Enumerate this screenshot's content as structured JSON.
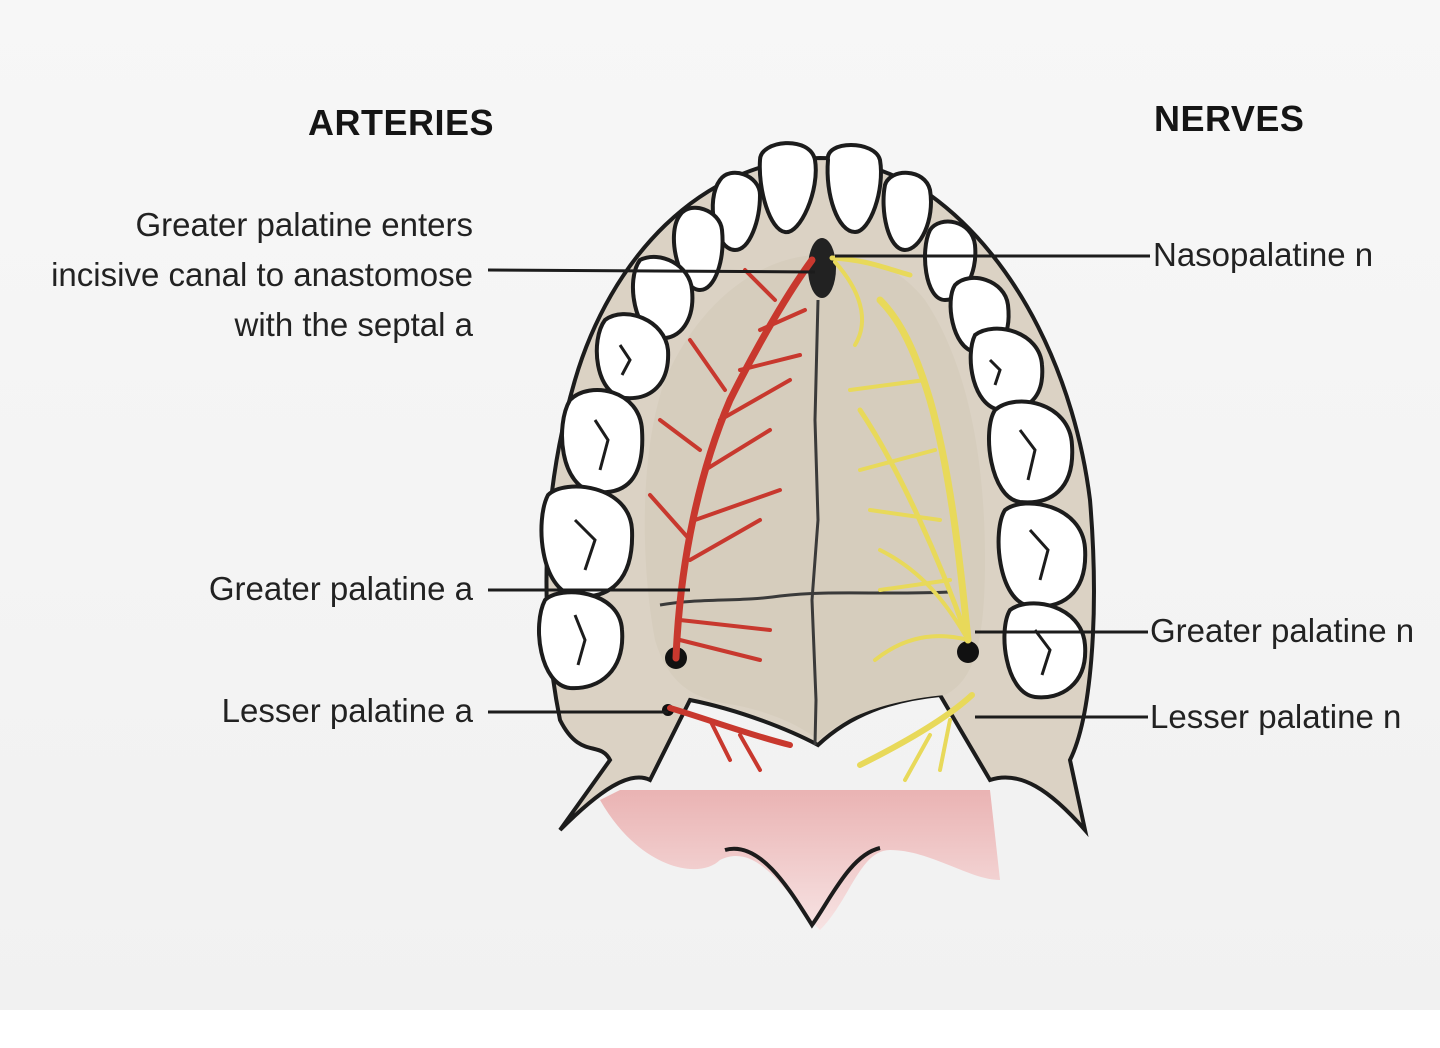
{
  "headings": {
    "left": "ARTERIES",
    "right": "NERVES"
  },
  "labels": {
    "incisive_anastomosis": [
      "Greater palatine enters",
      "incisive canal to anastomose",
      "with the septal a"
    ],
    "greater_palatine_a": "Greater palatine a",
    "lesser_palatine_a": "Lesser palatine a",
    "nasopalatine_n": "Nasopalatine n",
    "greater_palatine_n": "Greater palatine n",
    "lesser_palatine_n": "Lesser palatine n"
  },
  "colors": {
    "bone": "#dbd2c4",
    "artery": "#c8382e",
    "nerve": "#e8d95a",
    "soft_palate": "#f2c6c6",
    "outline": "#1c1c1c",
    "tooth": "#ffffff"
  }
}
